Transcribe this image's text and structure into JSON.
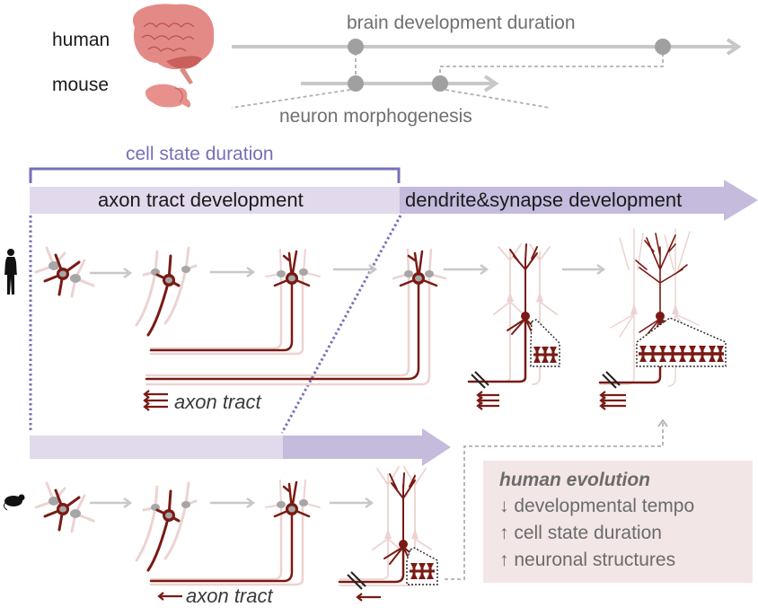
{
  "species": {
    "human_label": "human",
    "mouse_label": "mouse"
  },
  "timeline": {
    "brain_dev_label": "brain development duration",
    "morphogenesis_label": "neuron morphogenesis"
  },
  "cell_state": {
    "bracket_label": "cell state duration",
    "phase1_label": "axon tract development",
    "phase2_label": "dendrite&synapse development"
  },
  "axon_tract": {
    "human_label": "axon tract",
    "mouse_label": "axon tract"
  },
  "evolution_box": {
    "title": "human evolution",
    "items": [
      {
        "arrow": "↓",
        "text": "developmental tempo"
      },
      {
        "arrow": "↑",
        "text": "cell state duration"
      },
      {
        "arrow": "↑",
        "text": "neuronal structures"
      }
    ]
  },
  "colors": {
    "neuron_dark": "#7a1a14",
    "neuron_light": "#ecd3d1",
    "phase1_fill": "#e2d9ec",
    "phase2_fill": "#c4bbdd",
    "bracket": "#7570b8",
    "timeline_gray": "#c8c8c8",
    "node_gray": "#a0a0a0",
    "evo_box_bg": "#f2e6e7"
  }
}
